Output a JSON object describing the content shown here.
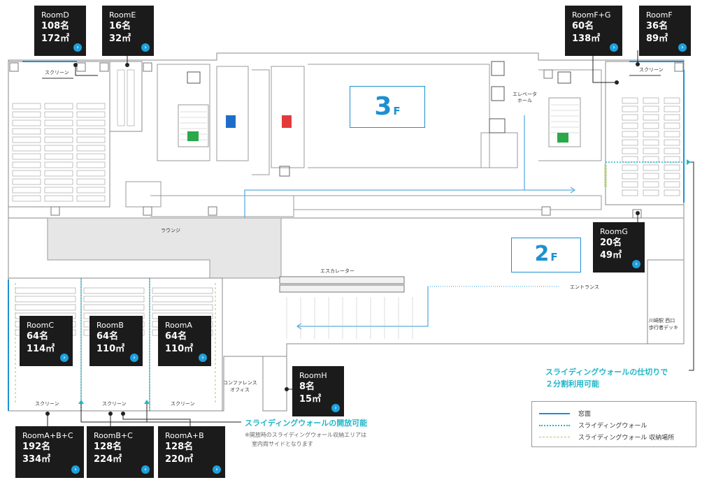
{
  "floors": {
    "upper_number": "3",
    "upper_suffix": "F",
    "lower_number": "2",
    "lower_suffix": "F"
  },
  "rooms": [
    {
      "id": "room-d",
      "name": "RoomD",
      "capacity": "108名",
      "area": "172㎡"
    },
    {
      "id": "room-e",
      "name": "RoomE",
      "capacity": "16名",
      "area": "32㎡"
    },
    {
      "id": "room-fg",
      "name": "RoomF+G",
      "capacity": "60名",
      "area": "138㎡"
    },
    {
      "id": "room-f",
      "name": "RoomF",
      "capacity": "36名",
      "area": "89㎡"
    },
    {
      "id": "room-g",
      "name": "RoomG",
      "capacity": "20名",
      "area": "49㎡"
    },
    {
      "id": "room-c",
      "name": "RoomC",
      "capacity": "64名",
      "area": "114㎡"
    },
    {
      "id": "room-b",
      "name": "RoomB",
      "capacity": "64名",
      "area": "110㎡"
    },
    {
      "id": "room-a",
      "name": "RoomA",
      "capacity": "64名",
      "area": "110㎡"
    },
    {
      "id": "room-h",
      "name": "RoomH",
      "capacity": "8名",
      "area": "15㎡"
    },
    {
      "id": "room-abc",
      "name": "RoomA+B+C",
      "capacity": "192名",
      "area": "334㎡"
    },
    {
      "id": "room-bc",
      "name": "RoomB+C",
      "capacity": "128名",
      "area": "224㎡"
    },
    {
      "id": "room-ab",
      "name": "RoomA+B",
      "capacity": "128名",
      "area": "220㎡"
    }
  ],
  "labels": {
    "screen": "スクリーン",
    "lounge": "ラウンジ",
    "escalator": "エスカレーター",
    "entrance": "エントランス",
    "elevator_line1": "エレベータ",
    "elevator_line2": "ホール",
    "conference_line1": "コンファレンス",
    "conference_line2": "オフィス",
    "station_line1": "川崎駅 西口",
    "station_line2": "歩行者デッキ"
  },
  "notes": {
    "partition_line1": "スライディングウォールの仕切りで",
    "partition_line2": "２分割利用可能",
    "open_title": "スライディングウォールの開放可能",
    "open_note_line1": "※開放時のスライディングウォール収納エリアは",
    "open_note_line2": "室内両サイドとなります"
  },
  "legend": {
    "window": "窓面",
    "sliding_wall": "スライディングウォール",
    "storage": "スライディングウォール 収納場所"
  },
  "colors": {
    "window": "#1e90d0",
    "sliding_wall": "#1fb6c8",
    "storage": "#a8c86e",
    "card": "#1b1b1b",
    "accent": "#1ea0dc"
  }
}
